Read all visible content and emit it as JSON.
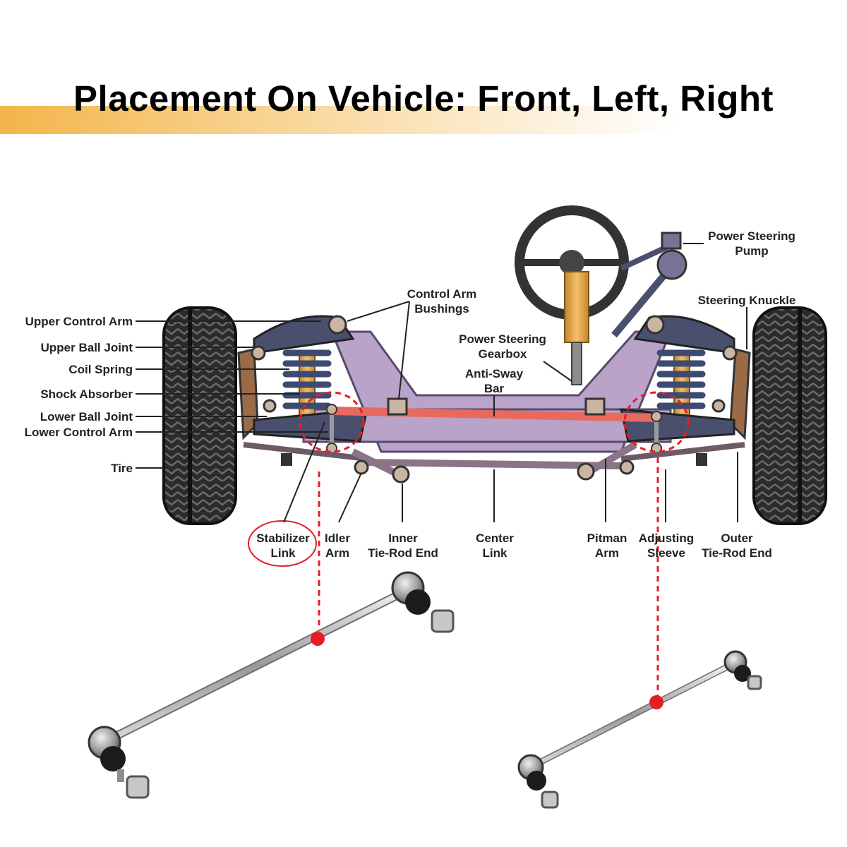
{
  "header": {
    "title": "Placement On Vehicle: Front, Left, Right"
  },
  "colors": {
    "title_bar_accent": "#f3b54a",
    "frame": "#b9a3c9",
    "anti_sway_bar": "#e86a5e",
    "highlight_red": "#e41e26",
    "tire": "#2b2b2b",
    "arm": "#4a4f6e",
    "spring": "#3d4a72",
    "shock": "#e8a94a"
  },
  "labels": {
    "upper_control_arm": "Upper Control Arm",
    "upper_ball_joint": "Upper Ball Joint",
    "coil_spring": "Coil Spring",
    "shock_absorber": "Shock Absorber",
    "lower_ball_joint": "Lower Ball Joint",
    "lower_control_arm": "Lower Control Arm",
    "tire": "Tire",
    "control_arm_bushings_1": "Control Arm",
    "control_arm_bushings_2": "Bushings",
    "power_steering_gearbox_1": "Power Steering",
    "power_steering_gearbox_2": "Gearbox",
    "anti_sway_bar_1": "Anti-Sway",
    "anti_sway_bar_2": "Bar",
    "power_steering_pump_1": "Power Steering",
    "power_steering_pump_2": "Pump",
    "steering_knuckle": "Steering Knuckle",
    "stabilizer_link_1": "Stabilizer",
    "stabilizer_link_2": "Link",
    "idler_arm_1": "Idler",
    "idler_arm_2": "Arm",
    "inner_tie_rod_1": "Inner",
    "inner_tie_rod_2": "Tie-Rod End",
    "center_link_1": "Center",
    "center_link_2": "Link",
    "pitman_arm_1": "Pitman",
    "pitman_arm_2": "Arm",
    "adjusting_sleeve_1": "Adjusting",
    "adjusting_sleeve_2": "Sleeve",
    "outer_tie_rod_1": "Outer",
    "outer_tie_rod_2": "Tie-Rod End"
  }
}
